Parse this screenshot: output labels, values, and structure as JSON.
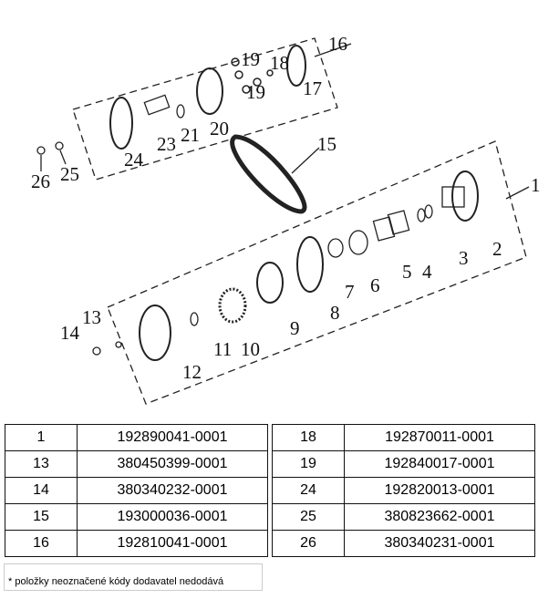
{
  "diagram": {
    "callouts": [
      "16",
      "19",
      "18",
      "17",
      "19",
      "20",
      "21",
      "23",
      "24",
      "15",
      "26",
      "25",
      "1",
      "2",
      "3",
      "4",
      "5",
      "6",
      "7",
      "8",
      "9",
      "10",
      "11",
      "12",
      "13",
      "14"
    ]
  },
  "table_left": [
    {
      "no": "1",
      "code": "192890041-0001"
    },
    {
      "no": "13",
      "code": "380450399-0001"
    },
    {
      "no": "14",
      "code": "380340232-0001"
    },
    {
      "no": "15",
      "code": "193000036-0001"
    },
    {
      "no": "16",
      "code": "192810041-0001"
    }
  ],
  "table_right": [
    {
      "no": "18",
      "code": "192870011-0001"
    },
    {
      "no": "19",
      "code": "192840017-0001"
    },
    {
      "no": "24",
      "code": "192820013-0001"
    },
    {
      "no": "25",
      "code": "380823662-0001"
    },
    {
      "no": "26",
      "code": "380340231-0001"
    }
  ],
  "footnote": "* položky neoznačené kódy dodavatel nedodává"
}
